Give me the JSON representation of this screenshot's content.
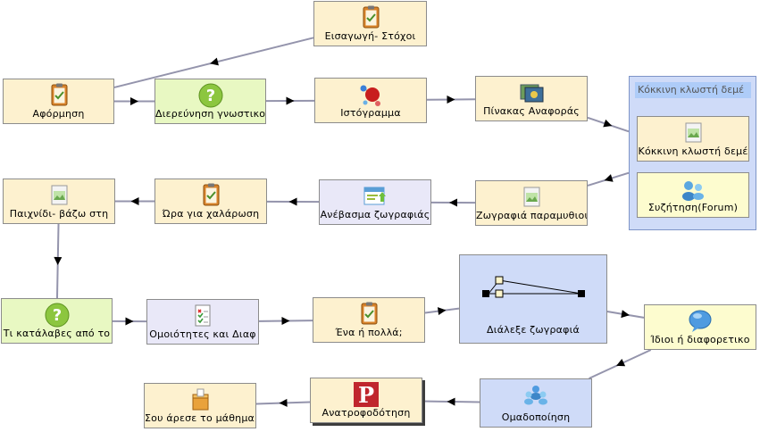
{
  "nodes": [
    {
      "id": "eisagogi",
      "label": "Εισαγωγή- Στόχοι",
      "icon": "clipboard-icon"
    },
    {
      "id": "aformisi",
      "label": "Αφόρμηση",
      "icon": "clipboard-icon"
    },
    {
      "id": "diereynisi",
      "label": "Διερεύνηση γνωστικο",
      "icon": "question-icon"
    },
    {
      "id": "istogramma",
      "label": "Ιστόγραμμα",
      "icon": "molecule-icon"
    },
    {
      "id": "pinakas",
      "label": "Πίνακας Αναφοράς",
      "icon": "gallery-icon"
    },
    {
      "id": "kokkini",
      "label": "Κόκκινη κλωστή δεμέ",
      "icon": "image-icon"
    },
    {
      "id": "syzitisi",
      "label": "Συζήτηση(Forum)",
      "icon": "forum-icon"
    },
    {
      "id": "zografia",
      "label": "Ζωγραφιά παραμυθιού",
      "icon": "image-icon"
    },
    {
      "id": "anevasma",
      "label": "Ανέβασμα ζωγραφιάς",
      "icon": "upload-icon"
    },
    {
      "id": "ora",
      "label": "Ώρα για χαλάρωση",
      "icon": "clipboard-icon"
    },
    {
      "id": "paixnidi",
      "label": "Παιχνίδι- βάζω στη",
      "icon": "image-icon"
    },
    {
      "id": "ti",
      "label": "Τι κατάλαβες από το",
      "icon": "question-icon"
    },
    {
      "id": "omoiotites",
      "label": "Ομοιότητες και Διαφ",
      "icon": "checklist-icon"
    },
    {
      "id": "ena",
      "label": "Ένα ή πολλά;",
      "icon": "clipboard-icon"
    },
    {
      "id": "dialexe",
      "label": "Διάλεξε ζωγραφιά",
      "icon": "branch-icon"
    },
    {
      "id": "idioi",
      "label": "Ίδιοι ή διαφορετικο",
      "icon": "speech-icon"
    },
    {
      "id": "omadopoiisi",
      "label": "Ομαδοποίηση",
      "icon": "group-icon"
    },
    {
      "id": "anatrofodotisi",
      "label": "Ανατροφοδότηση",
      "icon": "p-icon"
    },
    {
      "id": "souarese",
      "label": "Σου άρεσε το μάθημα;",
      "icon": "box-icon"
    }
  ],
  "group": {
    "title": "Κόκκινη κλωστή δεμέ"
  },
  "edges": [
    [
      "eisagogi",
      "aformisi"
    ],
    [
      "aformisi",
      "diereynisi"
    ],
    [
      "diereynisi",
      "istogramma"
    ],
    [
      "istogramma",
      "pinakas"
    ],
    [
      "pinakas",
      "grp"
    ],
    [
      "grp",
      "zografia"
    ],
    [
      "zografia",
      "anevasma"
    ],
    [
      "anevasma",
      "ora"
    ],
    [
      "ora",
      "paixnidi"
    ],
    [
      "paixnidi",
      "ti"
    ],
    [
      "ti",
      "omoiotites"
    ],
    [
      "omoiotites",
      "ena"
    ],
    [
      "ena",
      "dialexe"
    ],
    [
      "dialexe",
      "idioi"
    ],
    [
      "idioi",
      "omadopoiisi"
    ],
    [
      "omadopoiisi",
      "anatrofodotisi"
    ],
    [
      "anatrofodotisi",
      "souarese"
    ]
  ],
  "colors": {
    "edge": "#9494ac",
    "yellow": "#fdf1cf",
    "green": "#e8f8c2",
    "lavender": "#e9e8f8",
    "blue": "#cfdbf8"
  }
}
